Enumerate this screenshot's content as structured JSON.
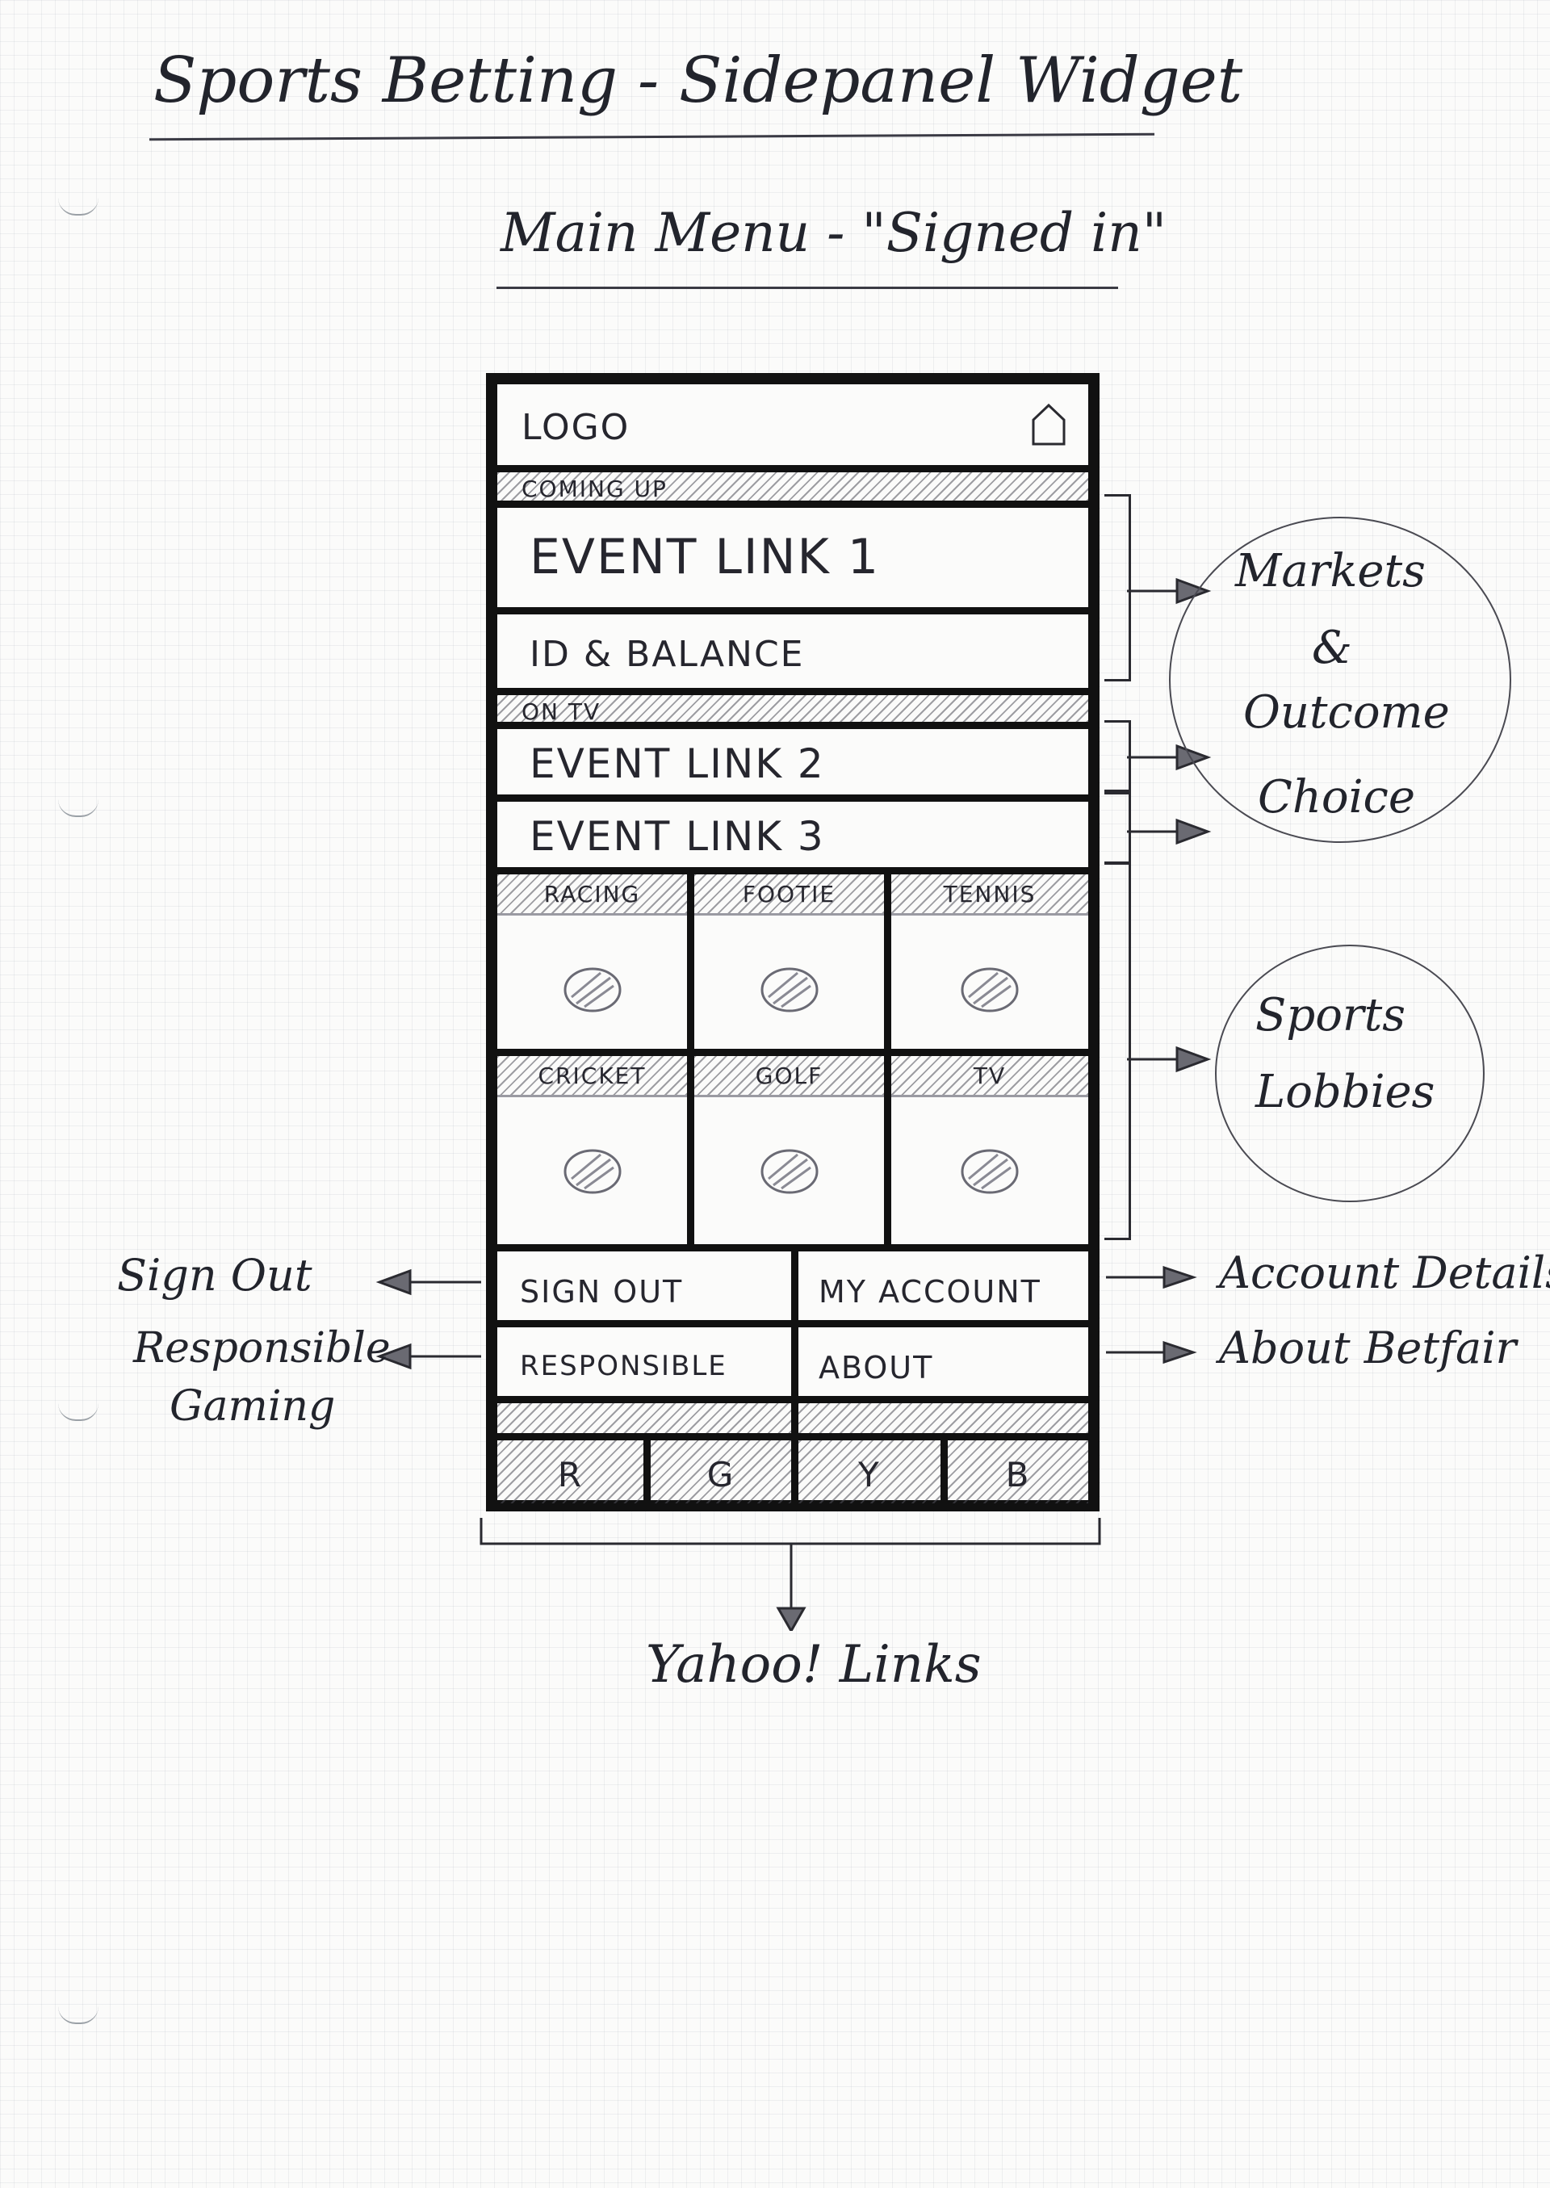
{
  "page_title": "Sports Betting - Sidepanel Widget",
  "subtitle": "Main Menu - \"Signed in\"",
  "widget": {
    "logo": "LOGO",
    "home_icon": "home-icon",
    "coming_up": "COMING UP",
    "event_link_1": "EVENT LINK 1",
    "id_balance": "ID & BALANCE",
    "on_tv": "ON TV",
    "event_link_2": "EVENT LINK 2",
    "event_link_3": "EVENT LINK 3",
    "sports": [
      {
        "label": "RACING",
        "icon": "racing-icon"
      },
      {
        "label": "FOOTIE",
        "icon": "footie-icon"
      },
      {
        "label": "TENNIS",
        "icon": "tennis-icon"
      },
      {
        "label": "CRICKET",
        "icon": "cricket-icon"
      },
      {
        "label": "GOLF",
        "icon": "golf-icon"
      },
      {
        "label": "TV",
        "icon": "tv-icon"
      }
    ],
    "sign_out": "SIGN OUT",
    "my_account": "MY ACCOUNT",
    "responsible": "RESPONSIBLE",
    "about": "ABOUT",
    "yahoo_links": [
      "R",
      "G",
      "Y",
      "B"
    ]
  },
  "annotations": {
    "markets": {
      "line1": "Markets",
      "line2": "&",
      "line3": "Outcome",
      "line4": "Choice"
    },
    "sports_lobbies": {
      "line1": "Sports",
      "line2": "Lobbies"
    },
    "sign_out": "Sign Out",
    "responsible_gaming": {
      "line1": "Responsible",
      "line2": "Gaming"
    },
    "account_details": "Account Details",
    "about_betfair": "About Betfair",
    "yahoo_links": "Yahoo! Links"
  }
}
